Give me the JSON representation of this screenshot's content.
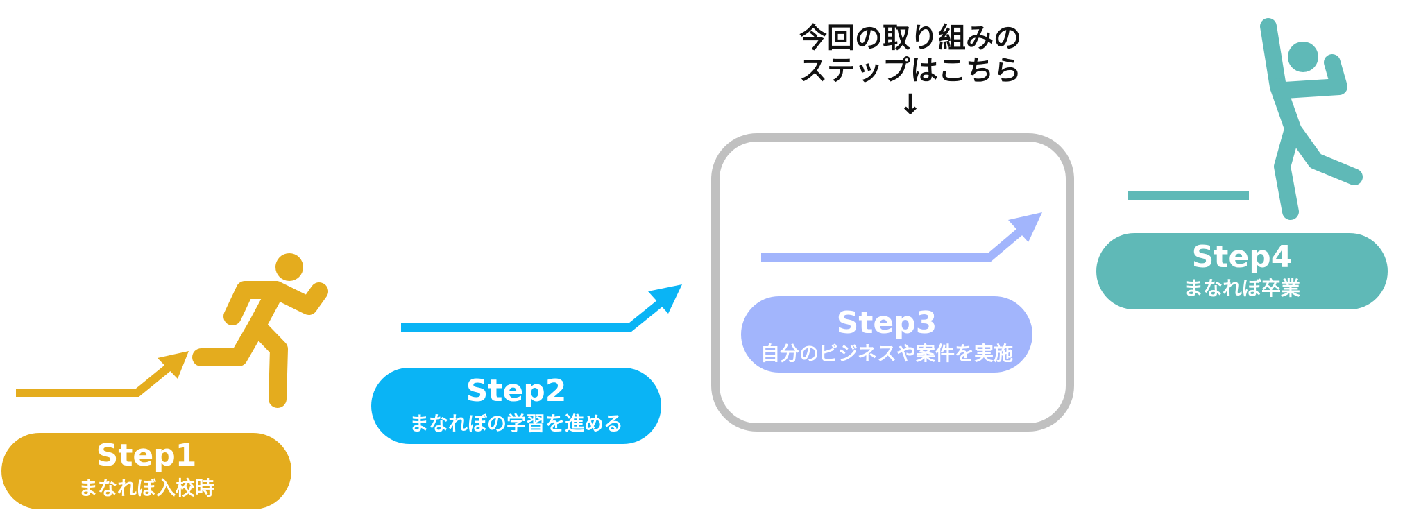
{
  "note": {
    "line1": "今回の取り組みの",
    "line2": "ステップはこちら",
    "arrow": "↓"
  },
  "steps": [
    {
      "title": "Step1",
      "subtitle": "まなれぼ入校時",
      "color": "#E4AC1E",
      "icon": "running-person-icon"
    },
    {
      "title": "Step2",
      "subtitle": "まなれぼの学習を進める",
      "color": "#0AB4F5"
    },
    {
      "title": "Step3",
      "subtitle": "自分のビジネスや案件を実施",
      "color": "#A2B5FC"
    },
    {
      "title": "Step4",
      "subtitle": "まなれぼ卒業",
      "color": "#5FB9B7",
      "icon": "jumping-person-icon"
    }
  ],
  "highlight_frame_color": "#C0C0C0"
}
